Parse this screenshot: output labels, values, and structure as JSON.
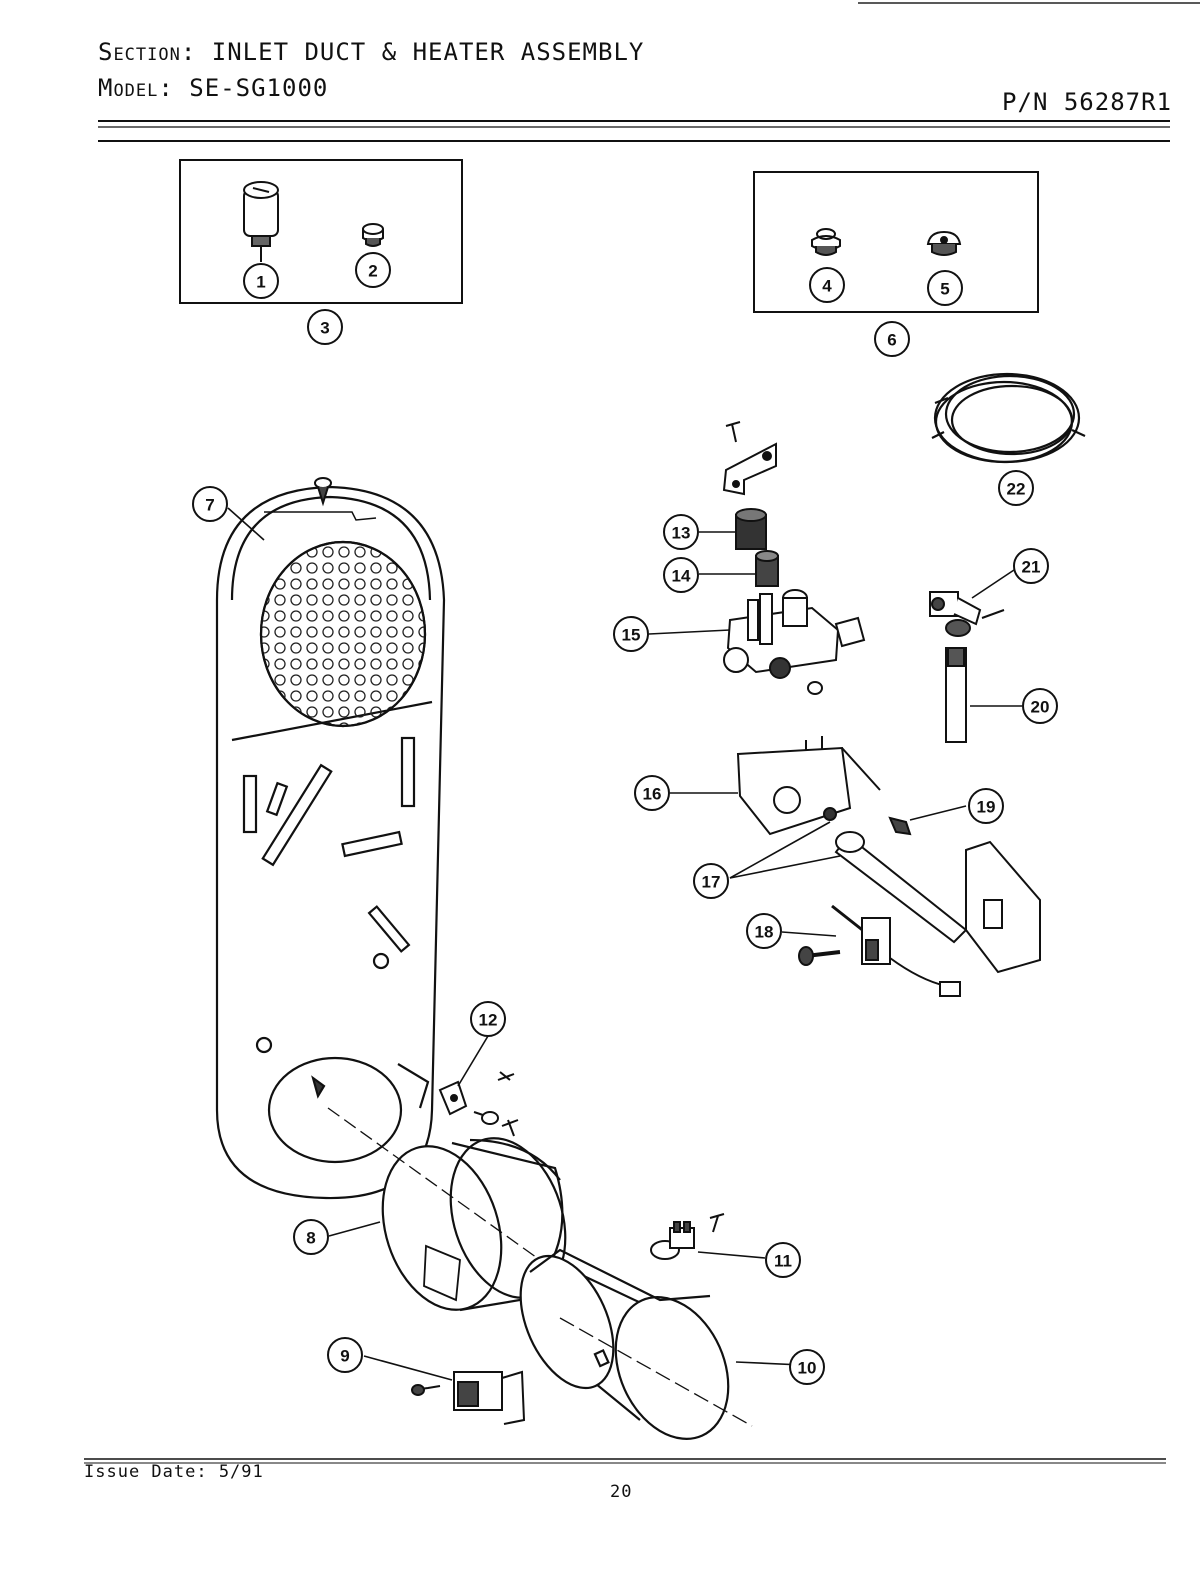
{
  "header": {
    "section_label": "Section:",
    "section_value": "INLET DUCT & HEATER ASSEMBLY",
    "model_label": "Model:",
    "model_value": "SE-SG1000",
    "part_number": "P/N 56287R1"
  },
  "footer": {
    "issue_date": "Issue Date: 5/91",
    "page_number": "20"
  },
  "callouts": [
    "1",
    "2",
    "3",
    "4",
    "5",
    "6",
    "7",
    "8",
    "9",
    "10",
    "11",
    "12",
    "13",
    "14",
    "15",
    "16",
    "17",
    "18",
    "19",
    "20",
    "21",
    "22"
  ],
  "icons": [
    "part-1-cylinder-icon",
    "part-2-plug-icon",
    "part-4-plug-icon",
    "part-5-plug-icon",
    "duct-panel-icon",
    "screw-icon",
    "gas-valve-icon",
    "coil-icon",
    "bracket-icon",
    "burner-tube-icon",
    "sensor-icon",
    "wire-harness-icon",
    "pipe-icon",
    "elbow-fitting-icon",
    "igniter-icon",
    "thermostat-icon"
  ]
}
